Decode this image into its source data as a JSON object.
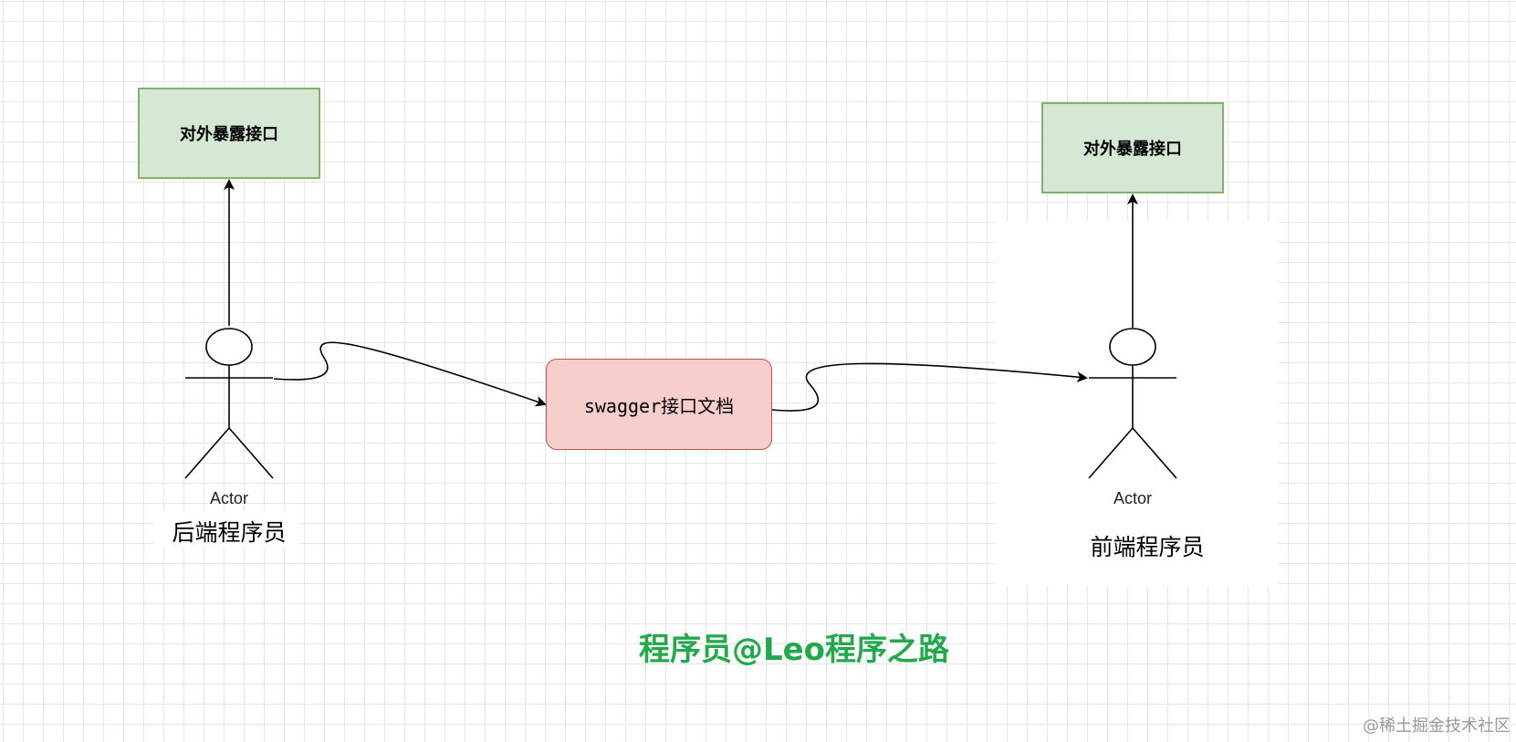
{
  "boxes": {
    "backend_expose": "对外暴露接口",
    "frontend_expose": "对外暴露接口",
    "swagger": "swagger接口文档"
  },
  "actors": {
    "backend": {
      "label": "Actor",
      "role": "后端程序员"
    },
    "frontend": {
      "label": "Actor",
      "role": "前端程序员"
    }
  },
  "credit": "程序员@Leo程序之路",
  "watermark": "@稀土掘金技术社区",
  "colors": {
    "grid": "#e6e6e6",
    "green_fill": "#d5e8d4",
    "green_stroke": "#82b366",
    "red_fill": "#f8cecc",
    "red_stroke": "#b85450",
    "credit_text": "#22a94a"
  }
}
